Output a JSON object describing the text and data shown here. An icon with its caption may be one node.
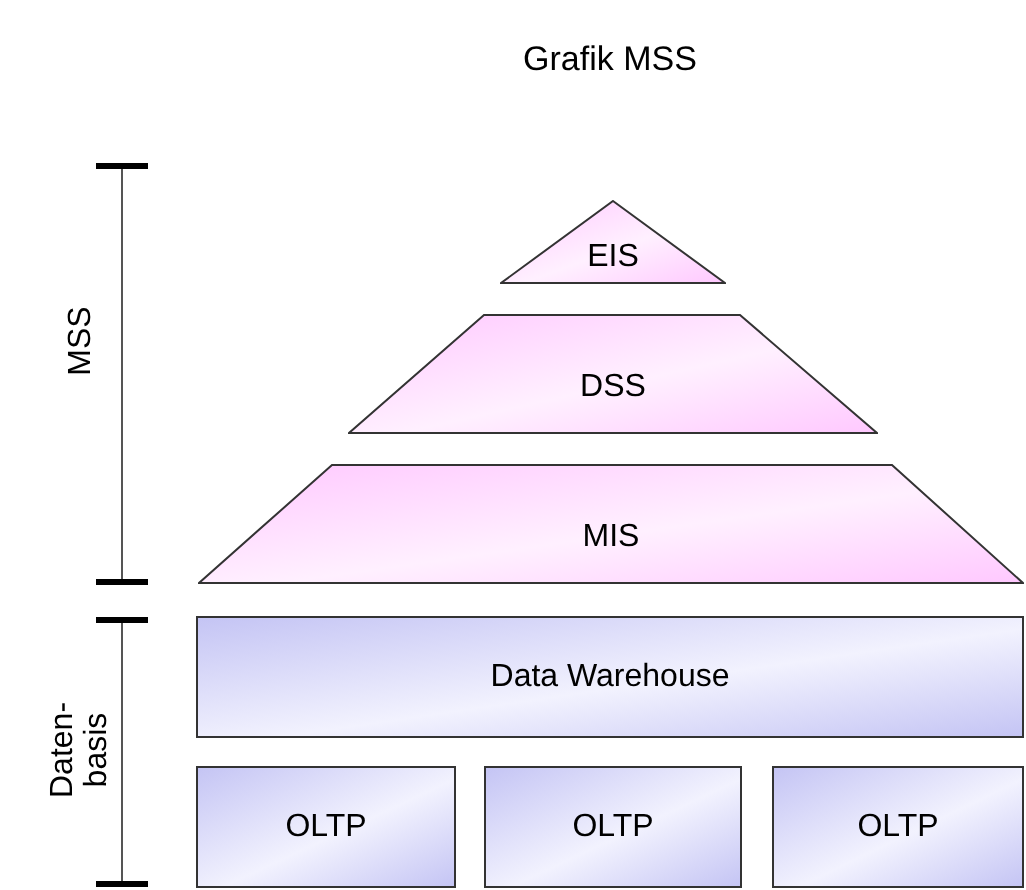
{
  "diagram": {
    "title": "Grafik MSS",
    "nodes": [
      {
        "text": [
          "EIS"
        ]
      },
      {
        "text": [
          "DSS"
        ]
      },
      {
        "text": [
          "MIS"
        ]
      },
      {
        "text": [
          "Data Warehouse"
        ]
      },
      {
        "text": [
          "OLTP"
        ]
      },
      {
        "text": [
          "OLTP"
        ]
      },
      {
        "text": [
          "OLTP"
        ]
      }
    ],
    "labels": [
      "MSS",
      "Daten- basis"
    ]
  }
}
